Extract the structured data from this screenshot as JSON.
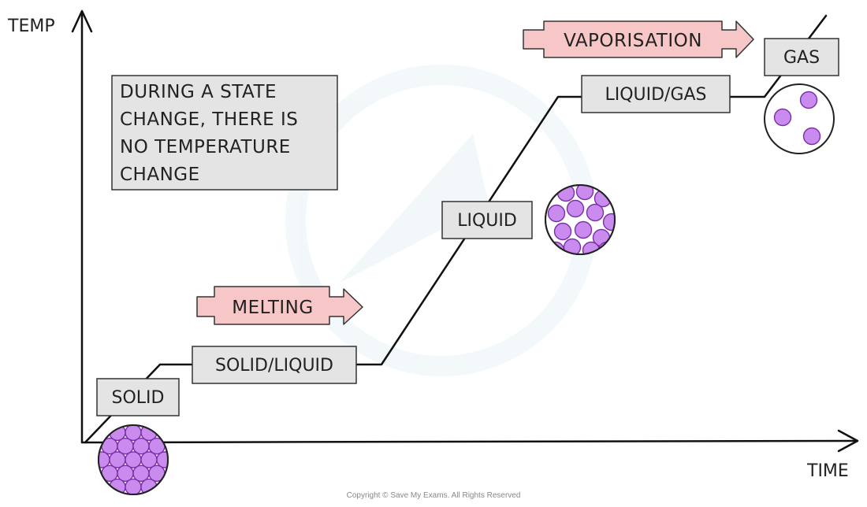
{
  "axes": {
    "y_label": "TEMP",
    "x_label": "TIME"
  },
  "note": {
    "lines": [
      "DURING A STATE",
      "CHANGE, THERE IS",
      "NO TEMPERATURE",
      "CHANGE"
    ]
  },
  "states": {
    "solid": "SOLID",
    "solid_liquid": "SOLID/LIQUID",
    "liquid": "LIQUID",
    "liquid_gas": "LIQUID/GAS",
    "gas": "GAS"
  },
  "processes": {
    "melting": "MELTING",
    "vaporisation": "VAPORISATION"
  },
  "copyright": "Copyright © Save My Exams. All Rights Reserved",
  "colors": {
    "box_fill": "#e4e4e4",
    "arrow_fill": "#f7c6c6",
    "particle_fill": "#c98bee",
    "particle_stroke": "#7a2fa8",
    "line": "#111111"
  }
}
